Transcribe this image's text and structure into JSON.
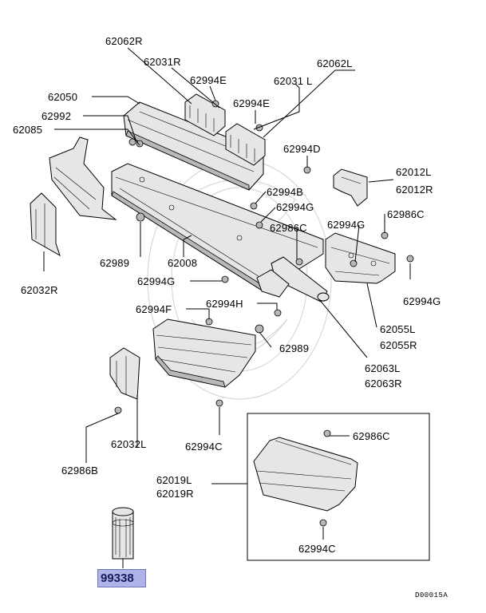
{
  "diagram_code": "D00015A",
  "highlighted_part": "99338",
  "labels": {
    "l_62062R": "62062R",
    "l_62031R": "62031R",
    "l_62994E_1": "62994E",
    "l_62062L": "62062L",
    "l_62031L": "62031 L",
    "l_62994E_2": "62994E",
    "l_62050": "62050",
    "l_62992": "62992",
    "l_62085": "62085",
    "l_62994D": "62994D",
    "l_62012L": "62012L",
    "l_62012R": "62012R",
    "l_62994B": "62994B",
    "l_62994G_1": "62994G",
    "l_62994G_2": "62994G",
    "l_62986C_1": "62986C",
    "l_62986C_2": "62986C",
    "l_62989_1": "62989",
    "l_62008": "62008",
    "l_62994G_3": "62994G",
    "l_62994G_4": "62994G",
    "l_62032R": "62032R",
    "l_62994F": "62994F",
    "l_62994H": "62994H",
    "l_62989_2": "62989",
    "l_62055L": "62055L",
    "l_62055R": "62055R",
    "l_62063L": "62063L",
    "l_62063R": "62063R",
    "l_62032L": "62032L",
    "l_62994C_1": "62994C",
    "l_62986B": "62986B",
    "l_62986C_3": "62986C",
    "l_62019L": "62019L",
    "l_62019R": "62019R",
    "l_62994C_2": "62994C"
  }
}
